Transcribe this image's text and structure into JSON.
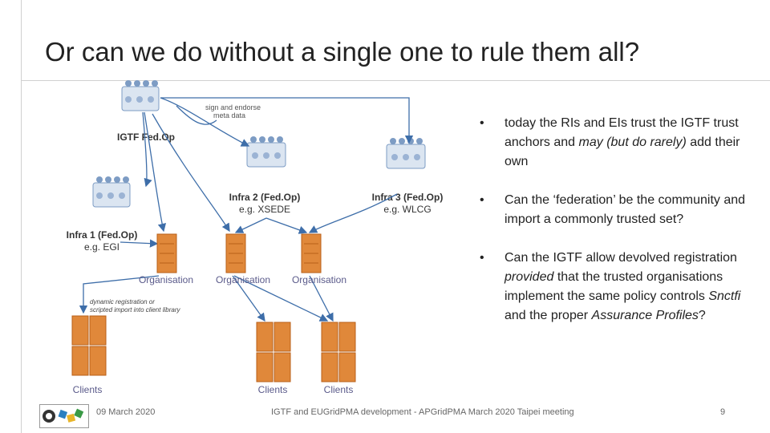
{
  "slide": {
    "title": "Or can we do without a single one to rule them all?"
  },
  "diagram": {
    "federations": [
      {
        "label": "IGTF Fed.Op",
        "sub": ""
      },
      {
        "label": "Infra 2 (Fed.Op)",
        "sub": "e.g. XSEDE"
      },
      {
        "label": "Infra 3 (Fed.Op)",
        "sub": "e.g. WLCG"
      },
      {
        "label": "Infra 1 (Fed.Op)",
        "sub": "e.g. EGI"
      }
    ],
    "organisations": [
      "Organisation",
      "Organisation",
      "Organisation"
    ],
    "clients": [
      "Clients",
      "Clients",
      "Clients"
    ],
    "annotations": {
      "meta_line1": "sign and endorse",
      "meta_line2": "meta data",
      "dyn_line1": "dynamic registration or",
      "dyn_line2": "scripted import into client library"
    }
  },
  "bullets": [
    {
      "parts": [
        {
          "text": "today the RIs and EIs trust the IGTF trust anchors and "
        },
        {
          "text": "may (but do rarely)",
          "italic": true
        },
        {
          "text": " add their own"
        }
      ]
    },
    {
      "parts": [
        {
          "text": "Can the ‘federation’ be the community and import a commonly trusted set?"
        }
      ]
    },
    {
      "parts": [
        {
          "text": "Can the IGTF allow devolved registration "
        },
        {
          "text": "provided",
          "italic": true
        },
        {
          "text": " that the trusted organisations implement the same policy controls "
        },
        {
          "text": "Snctfi",
          "italic": true
        },
        {
          "text": " and the proper "
        },
        {
          "text": "Assurance Profiles",
          "italic": true
        },
        {
          "text": "?"
        }
      ]
    }
  ],
  "footer": {
    "date": "09 March 2020",
    "center": "IGTF and EUGridPMA development - APGridPMA March 2020 Taipei meeting",
    "page": "9"
  },
  "colors": {
    "arrow": "#3e6ea9",
    "server_orange": "#e0883a",
    "server_dark": "#b85f18",
    "people_blue": "#7d9cc4",
    "org_text": "#5a5a8a"
  }
}
